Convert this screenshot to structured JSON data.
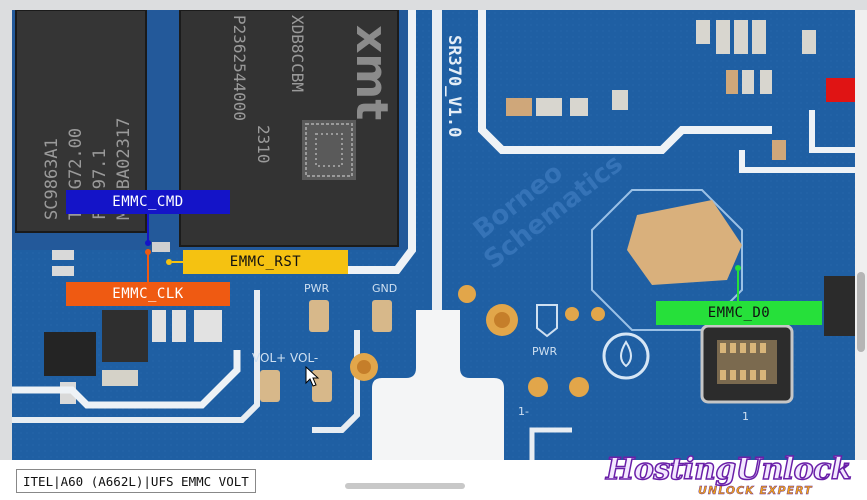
{
  "labels": {
    "emmc_cmd": "EMMC_CMD",
    "emmc_rst": "EMMC_RST",
    "emmc_clk": "EMMC_CLK",
    "emmc_d0": "EMMC_D0"
  },
  "board_text": {
    "left_chip_lines": [
      "SC9863A1",
      "TWGG72.00",
      "FAB97.1",
      "MAABA02317"
    ],
    "right_chip_lines": [
      "XDB8CCBM",
      "P2362544000",
      "2310"
    ],
    "right_chip_brand": "xmt",
    "board_model": "SR370_V1.0",
    "silk_pwr_left": "PWR",
    "silk_gnd": "GND",
    "silk_vol": "VOL+ VOL-",
    "silk_pwr_right": "PWR",
    "silk_1": "1",
    "silk_1_minus": "1-",
    "watermark_1": "Borneo",
    "watermark_2": "Schematics"
  },
  "caption": "ITEL|A60 (A662L)|UFS EMMC VOLT",
  "logo": {
    "main": "HostingUnlock",
    "sub_a": "UNLOCK",
    "sub_b": "EXPERT"
  },
  "colors": {
    "board": "#1f5fa3",
    "emmc_cmd": "#1414c8",
    "emmc_rst": "#f5c211",
    "emmc_clk": "#ef5a12",
    "emmc_d0": "#26e03a"
  },
  "icons": [
    "cursor-icon"
  ]
}
